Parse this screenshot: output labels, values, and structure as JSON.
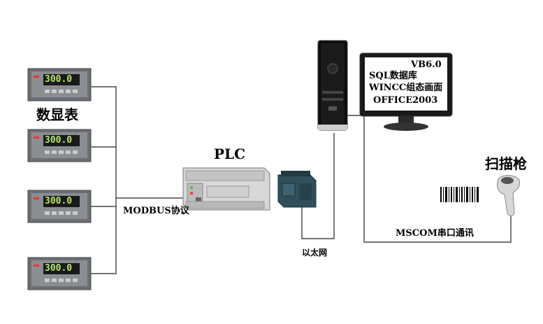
{
  "labels": {
    "display_meters": "数显表",
    "plc": "PLC",
    "modbus": "MODBUS协议",
    "ethernet": "以太网",
    "mscom": "MSCOM串口通讯",
    "scanner": "扫描枪"
  },
  "monitor_screen": {
    "line1": "VB6.0",
    "line2": "SQL数据库",
    "line3": "WINCC组态画面",
    "line4": "OFFICE2003"
  },
  "meter_reading": "300.0",
  "meters": [
    {
      "reading": "300.0"
    },
    {
      "reading": "300.0"
    },
    {
      "reading": "300.0"
    },
    {
      "reading": "300.0"
    }
  ],
  "colors": {
    "line": "#222222",
    "meter_body": "#6b6e72",
    "lcd": "#1a1a1a",
    "lcd_digit": "#b8e86a",
    "plc_body": "#d8d8d8",
    "module_body": "#2f4f5a"
  }
}
